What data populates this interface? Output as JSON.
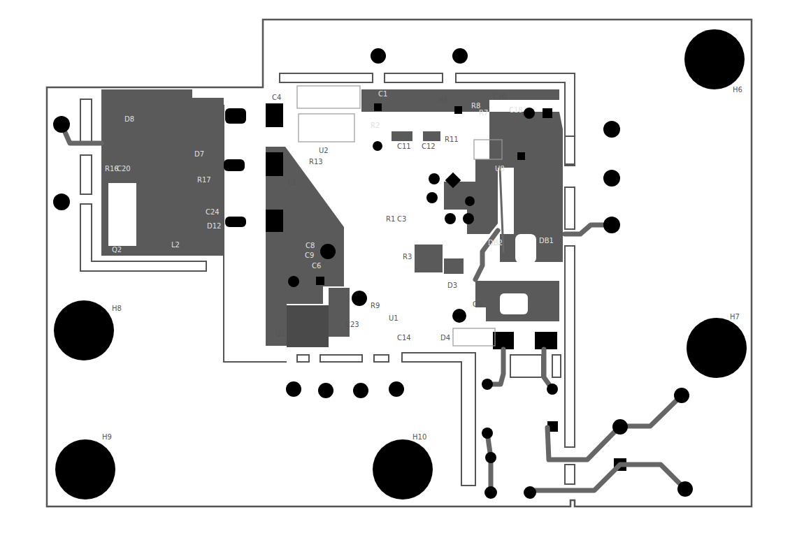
{
  "diagram": {
    "labels": [
      "C4",
      "C1",
      "C10",
      "R6",
      "R8",
      "R7",
      "C18",
      "R2",
      "U2",
      "C11",
      "C12",
      "R11",
      "R13",
      "L1",
      "D8",
      "D7",
      "R16",
      "C20",
      "R17",
      "C24",
      "D12",
      "Q2",
      "L2",
      "C8",
      "C9",
      "C6",
      "R1",
      "C3",
      "R3",
      "D3",
      "U8",
      "DB2",
      "DB1",
      "Q5",
      "D4",
      "Q1",
      "R9",
      "U1",
      "C14",
      "C23",
      "H6",
      "H7",
      "H8",
      "H9",
      "H10"
    ]
  }
}
